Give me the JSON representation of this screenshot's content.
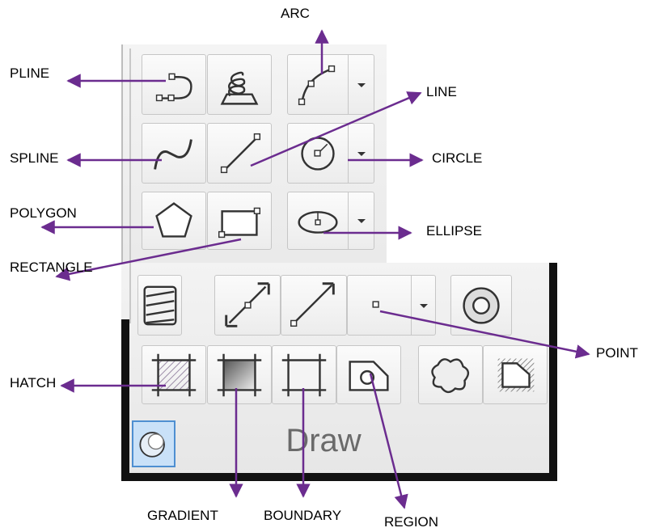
{
  "panel": {
    "title": "Draw"
  },
  "callouts": {
    "arc": "ARC",
    "pline": "PLINE",
    "line": "LINE",
    "spline": "SPLINE",
    "circle": "CIRCLE",
    "polygon": "POLYGON",
    "ellipse": "ELLIPSE",
    "rectangle": "RECTANGLE",
    "point": "POINT",
    "hatch": "HATCH",
    "gradient": "GRADIENT",
    "boundary": "BOUNDARY",
    "region": "REGION"
  },
  "colors": {
    "arrow": "#6b2c8f",
    "view_button_fill": "#c9e1f8",
    "view_button_border": "#4e8fd1",
    "panel_title": "#6a6a6a"
  }
}
